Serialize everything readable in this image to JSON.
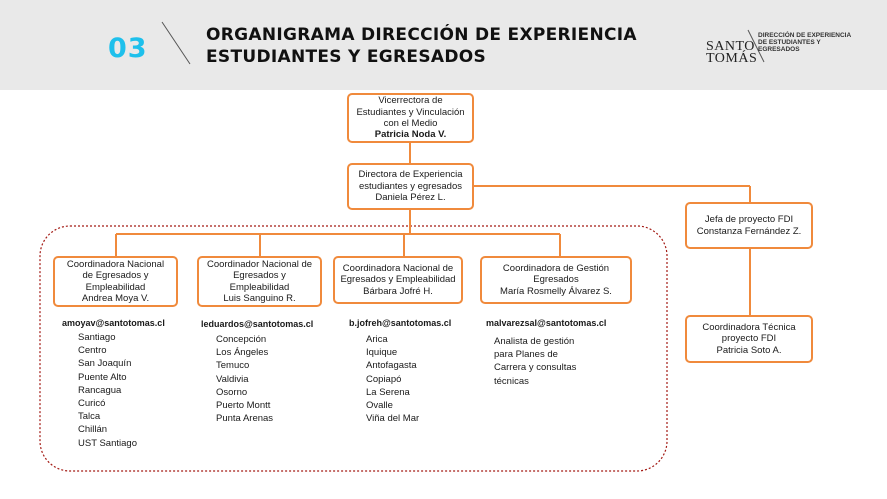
{
  "header": {
    "slide_number": "03",
    "title_line1": "ORGANIGRAMA DIRECCIÓN DE  EXPERIENCIA",
    "title_line2": "ESTUDIANTES Y EGRESADOS",
    "logo_line1": "SANTO",
    "logo_line2": "TOMÁS",
    "logo_sub1": "DIRECCIÓN DE EXPERIENCIA",
    "logo_sub2": "DE ESTUDIANTES Y",
    "logo_sub3": "EGRESADOS"
  },
  "colors": {
    "accent": "#1ec0ec",
    "box_border": "#f08a3c",
    "dotted_group": "#a31a14",
    "header_bg": "#e9e9e9"
  },
  "org": {
    "vicerrectora": {
      "line1": "Vicerrectora de",
      "line2": "Estudiantes y Vinculación",
      "line3": "con el Medio",
      "name": "Patricia Noda V."
    },
    "directora": {
      "line1": "Directora de Experiencia",
      "line2": "estudiantes y egresados",
      "name": "Daniela Pérez L."
    },
    "jefa": {
      "line1": "Jefa de proyecto FDI",
      "name": "Constanza Fernández Z."
    },
    "coord_tecnica": {
      "line1": "Coordinadora Técnica",
      "line2": "proyecto FDI",
      "name": "Patricia Soto A."
    },
    "coordinators": [
      {
        "line1": "Coordinadora Nacional",
        "line2": "de Egresados y",
        "line3": "Empleabilidad",
        "name": "Andrea Moya V.",
        "email": "amoyav@santotomas.cl",
        "items": [
          "Santiago",
          "Centro",
          "San Joaquín",
          "Puente Alto",
          "Rancagua",
          "Curicó",
          "Talca",
          "Chillán",
          "UST Santiago"
        ]
      },
      {
        "line1": "Coordinador Nacional de",
        "line2": "Egresados y",
        "line3": "Empleabilidad",
        "name": "Luis Sanguino R.",
        "email": "leduardos@santotomas.cl",
        "items": [
          "Concepción",
          "Los Ángeles",
          "Temuco",
          "Valdivia",
          "Osorno",
          "Puerto Montt",
          "Punta Arenas"
        ]
      },
      {
        "line1": "Coordinadora Nacional de",
        "line2": "Egresados y Empleabilidad",
        "name": "Bárbara Jofré H.",
        "email": "b.jofreh@santotomas.cl",
        "items": [
          "Arica",
          "Iquique",
          "Antofagasta",
          "Copiapó",
          "La Serena",
          "Ovalle",
          "Viña del Mar"
        ]
      },
      {
        "line1": "Coordinadora de Gestión",
        "line2": "Egresados",
        "name": "María Rosmelly Álvarez S.",
        "email": "malvarezsal@santotomas.cl",
        "items": [
          "Analista de gestión",
          "para Planes de",
          "Carrera y consultas",
          "técnicas"
        ]
      }
    ]
  }
}
